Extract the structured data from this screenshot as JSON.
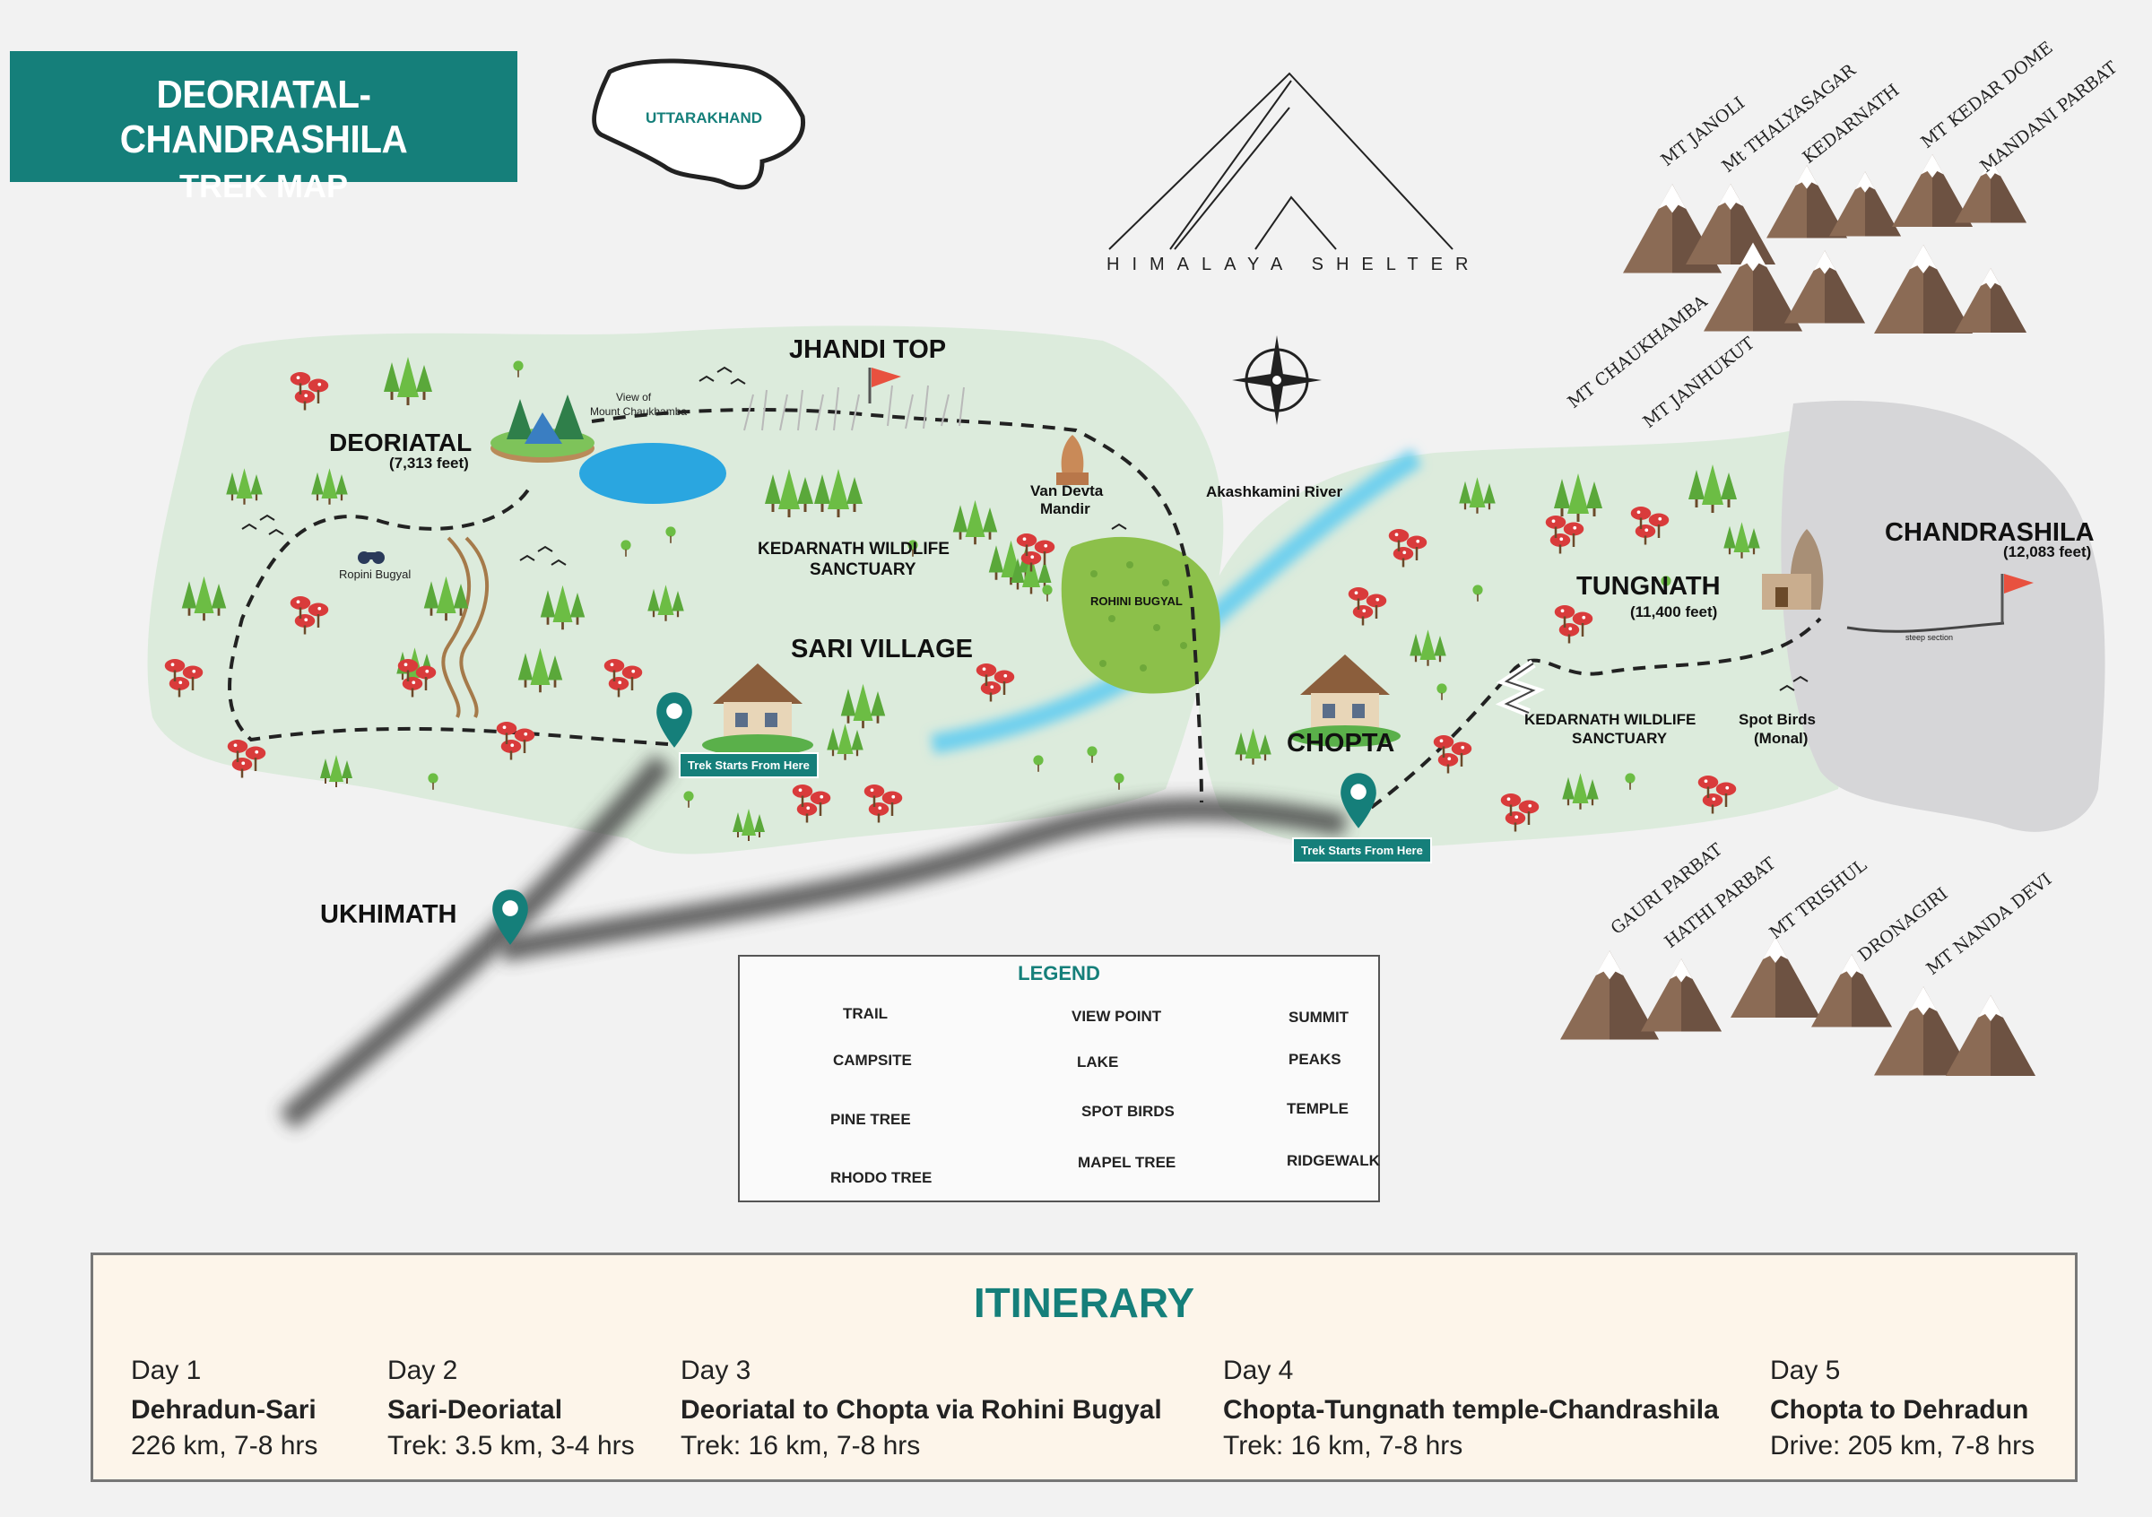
{
  "title": {
    "line1": "DEORIATAL-CHANDRASHILA",
    "line2": "TREK MAP"
  },
  "state_label": "UTTARAKHAND",
  "brand": "HIMALAYA SHELTER",
  "places": {
    "deoriatal": "DEORIATAL",
    "deoriatal_alt": "(7,313 feet)",
    "jhandi_top": "JHANDI TOP",
    "view_chaukhamba_1": "View of",
    "view_chaukhamba_2": "Mount Chaukhamba",
    "van_devta_1": "Van Devta",
    "van_devta_2": "Mandir",
    "akashkamini": "Akashkamini River",
    "ropini": "Ropini Bugyal",
    "kws1_1": "KEDARNATH WILDLIFE",
    "kws1_2": "SANCTUARY",
    "sari": "SARI VILLAGE",
    "rohini": "ROHINI BUGYAL",
    "chopta": "CHOPTA",
    "tungnath": "TUNGNATH",
    "tungnath_alt": "(11,400 feet)",
    "chandrashila": "CHANDRASHILA",
    "chandrashila_alt": "(12,083 feet)",
    "kws2_1": "KEDARNATH WILDLIFE",
    "kws2_2": "SANCTUARY",
    "spot_birds_1": "Spot Birds",
    "spot_birds_2": "(Monal)",
    "steep": "steep section",
    "ukhimath": "UKHIMATH",
    "trek_start_1": "Trek Starts From Here",
    "trek_start_2": "Trek Starts From Here"
  },
  "peaks_top": [
    "MT JANOLI",
    "Mt THALYASAGAR",
    "KEDARNATH",
    "MT KEDAR DOME",
    "MANDANI PARBAT",
    "MT CHAUKHAMBA",
    "MT JANHUKUT"
  ],
  "peaks_bottom": [
    "GAURI PARBAT",
    "HATHI PARBAT",
    "MT TRISHUL",
    "DRONAGIRI",
    "MT NANDA DEVI"
  ],
  "legend": {
    "title": "LEGEND",
    "trail": "TRAIL",
    "campsite": "CAMPSITE",
    "pine": "PINE TREE",
    "rhodo": "RHODO TREE",
    "view": "VIEW POINT",
    "lake": "LAKE",
    "birds": "SPOT BIRDS",
    "maple": "MAPEL TREE",
    "summit": "SUMMIT",
    "peaks": "PEAKS",
    "temple": "TEMPLE",
    "ridge": "RIDGEWALK"
  },
  "itinerary": {
    "heading": "ITINERARY",
    "days": [
      {
        "day": "Day 1",
        "route": "Dehradun-Sari",
        "detail": "226 km, 7-8 hrs"
      },
      {
        "day": "Day 2",
        "route": "Sari-Deoriatal",
        "detail": "Trek: 3.5 km, 3-4 hrs"
      },
      {
        "day": "Day 3",
        "route": "Deoriatal to Chopta via Rohini Bugyal",
        "detail": "Trek: 16 km, 7-8 hrs"
      },
      {
        "day": "Day 4",
        "route": "Chopta-Tungnath temple-Chandrashila",
        "detail": "Trek: 16 km, 7-8 hrs"
      },
      {
        "day": "Day 5",
        "route": "Chopta to Dehradun",
        "detail": "Drive: 205 km, 7-8 hrs"
      }
    ]
  },
  "colors": {
    "teal": "#157f7a",
    "meadow": "#dcebdc",
    "lake": "#2aa6e0",
    "snow_zone": "#d6d6d8",
    "rohini": "#8cc04a"
  }
}
